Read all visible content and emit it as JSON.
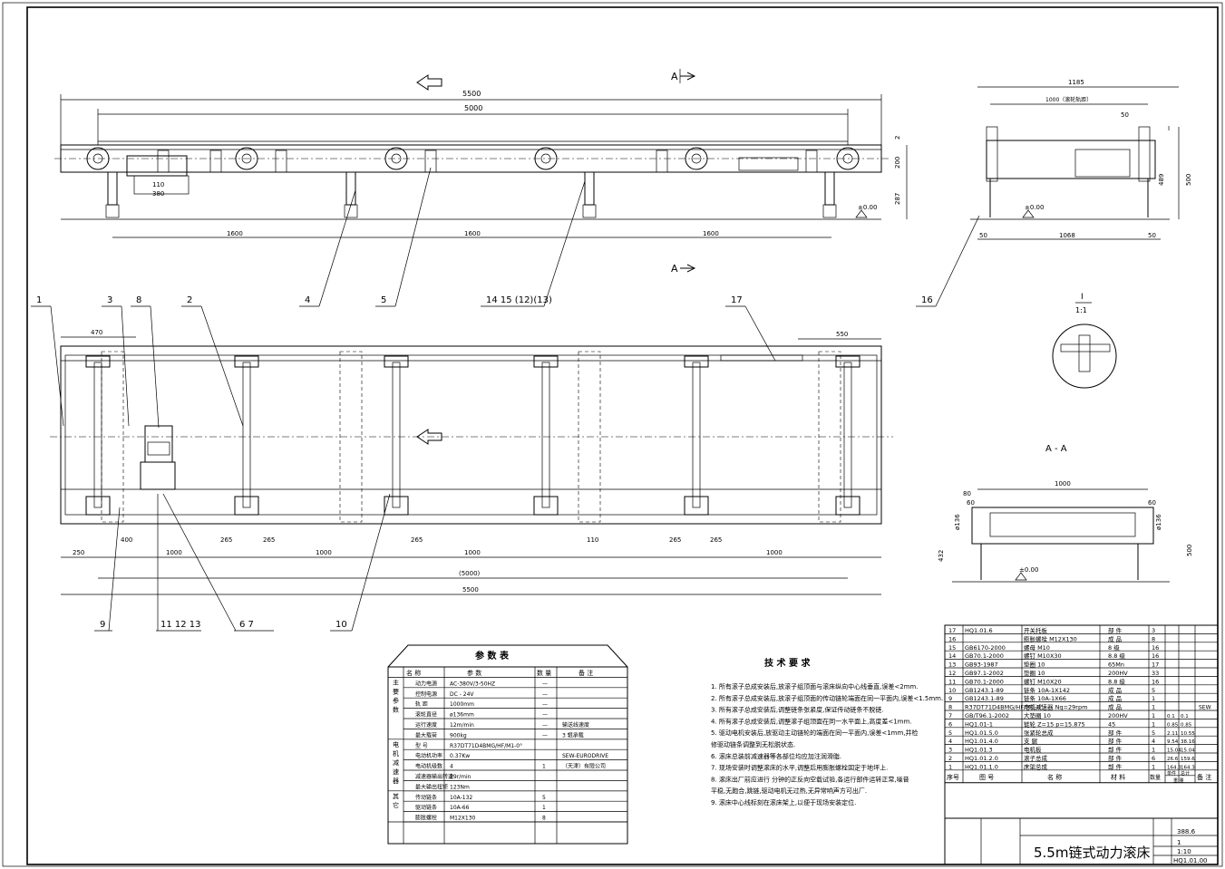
{
  "title": "5.5m链式动力滚床",
  "drawing_no": "HQ1.01.00",
  "weight": "388.6",
  "sheets": "1",
  "scale": "1:10",
  "view_marks": {
    "section_label": "A",
    "section_title": "A - A",
    "detail_label": "I",
    "detail_scale": "1:1"
  },
  "dimensions": {
    "front": {
      "overall": "5500",
      "chain": "5000",
      "d2": "2",
      "d200": "200",
      "d287": "287",
      "d110": "110",
      "d380": "380",
      "spans": [
        "1600",
        "1600",
        "1600"
      ],
      "level": "±0.00"
    },
    "side": {
      "d1185": "1185",
      "d1000": "1000（滚轮轨距）",
      "d50": "50",
      "d489": "489",
      "d500": "500",
      "d50b": "50",
      "d1068": "1068",
      "d50c": "50",
      "level": "±0.00"
    },
    "plan": {
      "d470": "470",
      "d550": "550",
      "d250": "250",
      "d400": "400",
      "d1000a": "1000",
      "d265a": "265",
      "d265b": "265",
      "d1000b": "1000",
      "d265c": "265",
      "d1000c": "1000",
      "d110": "110",
      "d265d": "265",
      "d265e": "265",
      "d1000d": "1000",
      "d5000": "(5000)",
      "d5500": "5500"
    },
    "section": {
      "d1000": "1000",
      "d80": "80",
      "d60a": "60",
      "d60b": "60",
      "dia1": "ø136",
      "dia2": "ø136",
      "d432": "432",
      "d500": "500",
      "level": "±0.00"
    }
  },
  "balloons": {
    "top": [
      "4",
      "5",
      "14  15 (12)(13)",
      "17",
      "16",
      "1",
      "3",
      "8",
      "2"
    ],
    "bottom": [
      "9",
      "11  12  13",
      "6  7",
      "10"
    ]
  },
  "param_table": {
    "title": "参   数   表",
    "headers": [
      "名   称",
      "参   数",
      "数 量",
      "备   注"
    ],
    "groups": [
      {
        "name": "主\n要\n参\n数",
        "rows": [
          {
            "name": "动力电源",
            "value": "AC-380V/3-50HZ",
            "qty": "—",
            "note": ""
          },
          {
            "name": "控制电源",
            "value": "DC - 24V",
            "qty": "—",
            "note": ""
          },
          {
            "name": "轨   距",
            "value": "1000mm",
            "qty": "—",
            "note": ""
          },
          {
            "name": "滚轮直径",
            "value": "ø136mm",
            "qty": "—",
            "note": ""
          },
          {
            "name": "运行速度",
            "value": "12m/min",
            "qty": "—",
            "note": "输送线速度"
          },
          {
            "name": "最大载荷",
            "value": "900kg",
            "qty": "—",
            "note": "3 辊承载"
          }
        ]
      },
      {
        "name": "电\n机\n减\n速\n器",
        "rows": [
          {
            "name": "型   号",
            "value": "R37DT71D4BMG/HF/M1-0°",
            "qty": "",
            "note": ""
          },
          {
            "name": "电动机功率",
            "value": "0.37Kw",
            "qty": "",
            "note": "SEW-EURODRIVE"
          },
          {
            "name": "电动机级数",
            "value": "4",
            "qty": "1",
            "note": "（天津）有限公司"
          },
          {
            "name": "减速器输出转速",
            "value": "29r/min",
            "qty": "",
            "note": ""
          },
          {
            "name": "最大输出扭矩",
            "value": "123Nm",
            "qty": "",
            "note": ""
          }
        ]
      },
      {
        "name": "其\n它",
        "rows": [
          {
            "name": "传动链条",
            "value": "10A-132",
            "qty": "5",
            "note": ""
          },
          {
            "name": "驱动链条",
            "value": "10A-66",
            "qty": "1",
            "note": ""
          },
          {
            "name": "膨胀螺栓",
            "value": "M12X130",
            "qty": "8",
            "note": ""
          }
        ]
      }
    ]
  },
  "tech_req": {
    "title": "技 术 要 求",
    "items": [
      "1.  所有滚子总成安装后,放滚子组顶面与滚床纵向中心线垂直,误差<2mm.",
      "2.  所有滚子总成安装后,放滚子组顶面的传动链轮端面在同一平面内,误差<1.5mm.",
      "3.  所有滚子总成安装后,调整链条张紧度,保证传动链条不脱链.",
      "4.  所有滚子总成安装后,调整滚子组顶面在同一水平面上,高度差<1mm.",
      "5.  驱动电机安装后,放驱动主动链轮的端面在同一平面内,误差<1mm,并检",
      "     修驱动链条调整到无松脱状态.",
      "6.  滚床总装前减速器等各部位均应加注润滑脂.",
      "7.  现场安装时调整滚床的水平,调整后用膨胀螺栓固定于地坪上.",
      "8.  滚床出厂前应进行    分钟的正反向空载试验,各运行部件运转正常,噪音",
      "     平稳,无跑合,跳链,驱动电机无过热,无异常响声方可出厂.",
      "9.  滚床中心线标刻在滚床架上,以便于现场安装定位."
    ]
  },
  "bom": {
    "headers": [
      "序号",
      "图   号",
      "名   称",
      "材   料",
      "数量",
      "单件",
      "总计",
      "备 注"
    ],
    "weight_header": "重 量",
    "rows": [
      {
        "no": "17",
        "code": "HQ1.01.6",
        "name": "开关托板",
        "mat": "部 件",
        "qty": "3",
        "w1": "",
        "w2": "",
        "note": ""
      },
      {
        "no": "16",
        "code": "",
        "name": "膨胀螺栓 M12X130",
        "mat": "成 品",
        "qty": "8",
        "w1": "",
        "w2": "",
        "note": ""
      },
      {
        "no": "15",
        "code": "GB6170-2000",
        "name": "螺母 M10",
        "mat": "8 级",
        "qty": "16",
        "w1": "",
        "w2": "",
        "note": ""
      },
      {
        "no": "14",
        "code": "GB70.1-2000",
        "name": "螺钉 M10X30",
        "mat": "8.8 级",
        "qty": "16",
        "w1": "",
        "w2": "",
        "note": ""
      },
      {
        "no": "13",
        "code": "GB93-1987",
        "name": "垫圈 10",
        "mat": "65Mn",
        "qty": "17",
        "w1": "",
        "w2": "",
        "note": ""
      },
      {
        "no": "12",
        "code": "GB97.1-2002",
        "name": "垫圈 10",
        "mat": "200HV",
        "qty": "33",
        "w1": "",
        "w2": "",
        "note": ""
      },
      {
        "no": "11",
        "code": "GB70.1-2000",
        "name": "螺钉 M10X20",
        "mat": "8.8 级",
        "qty": "16",
        "w1": "",
        "w2": "",
        "note": ""
      },
      {
        "no": "10",
        "code": "GB1243.1-89",
        "name": "链条 10A-1X142",
        "mat": "成 品",
        "qty": "5",
        "w1": "",
        "w2": "",
        "note": ""
      },
      {
        "no": "9",
        "code": "GB1243.1-89",
        "name": "链条 10A-1X66",
        "mat": "成 品",
        "qty": "1",
        "w1": "",
        "w2": "",
        "note": ""
      },
      {
        "no": "8",
        "code": "R37DT71D4BMG/HF/M1-0°",
        "name": "电机减速器 Nq=29rpm",
        "mat": "成 品",
        "qty": "1",
        "w1": "",
        "w2": "",
        "note": "SEW"
      },
      {
        "no": "7",
        "code": "GB/T96.1-2002",
        "name": "大垫圈 10",
        "mat": "200HV",
        "qty": "1",
        "w1": "0.1",
        "w2": "0.1",
        "note": ""
      },
      {
        "no": "6",
        "code": "HQ1.01-1",
        "name": "链轮 Z=15  p=15.875",
        "mat": "45",
        "qty": "1",
        "w1": "0.85",
        "w2": "0.85",
        "note": ""
      },
      {
        "no": "5",
        "code": "HQ1.01.5.0",
        "name": "张紧轮总成",
        "mat": "部 件",
        "qty": "5",
        "w1": "2.11",
        "w2": "10.55",
        "note": ""
      },
      {
        "no": "4",
        "code": "HQ1.01.4.0",
        "name": "支 腿",
        "mat": "部 件",
        "qty": "4",
        "w1": "9.54",
        "w2": "38.16",
        "note": ""
      },
      {
        "no": "3",
        "code": "HQ1.01.3",
        "name": "电机板",
        "mat": "部 件",
        "qty": "1",
        "w1": "15.04",
        "w2": "15.04",
        "note": ""
      },
      {
        "no": "2",
        "code": "HQ1.01.2.0",
        "name": "滚子总成",
        "mat": "部 件",
        "qty": "6",
        "w1": "26.6",
        "w2": "159.6",
        "note": ""
      },
      {
        "no": "1",
        "code": "HQ1.01.1.0",
        "name": "床架总成",
        "mat": "部 件",
        "qty": "1",
        "w1": "164.3",
        "w2": "164.3",
        "note": ""
      }
    ]
  }
}
